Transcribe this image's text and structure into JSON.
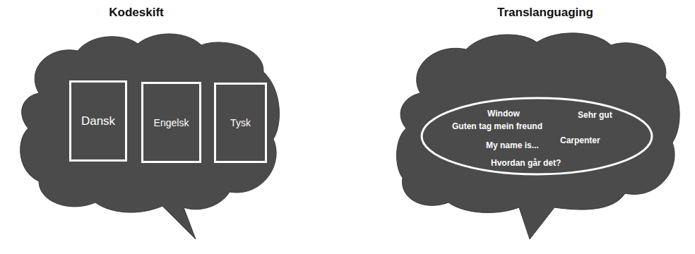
{
  "diagram": {
    "nodes": [
      {
        "text": [
          "Kodeskift"
        ]
      },
      {
        "text": [
          "Dansk"
        ],
        "in": 0
      },
      {
        "text": [
          "Engelsk"
        ],
        "in": 0
      },
      {
        "text": [
          "Tysk"
        ],
        "in": 0
      },
      {
        "text": [
          "Translanguaging"
        ]
      },
      {
        "text": [
          "Window",
          "Sehr gut",
          "Guten tag mein freund",
          "My name is...",
          "Carpenter",
          "Hvordan går det?"
        ],
        "in": 4
      }
    ]
  }
}
